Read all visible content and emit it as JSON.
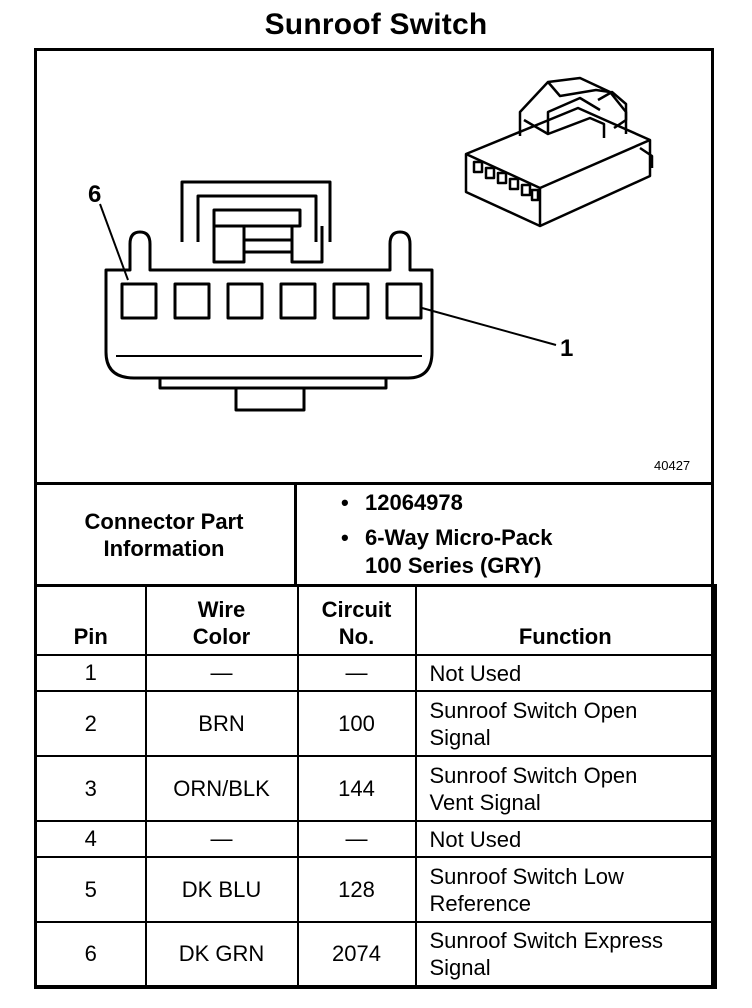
{
  "title": "Sunroof Switch",
  "diagram": {
    "pin_label_left": "6",
    "pin_label_right": "1",
    "figure_number": "40427"
  },
  "connector": {
    "label_line1": "Connector Part",
    "label_line2": "Information",
    "info": [
      "12064978",
      "6-Way Micro-Pack",
      "100 Series (GRY)"
    ]
  },
  "table": {
    "headers": {
      "pin": "Pin",
      "wire_color_line1": "Wire",
      "wire_color_line2": "Color",
      "circuit_line1": "Circuit",
      "circuit_line2": "No.",
      "function": "Function"
    },
    "rows": [
      {
        "pin": "1",
        "wire": "—",
        "circuit": "—",
        "function_line1": "Not Used",
        "function_line2": ""
      },
      {
        "pin": "2",
        "wire": "BRN",
        "circuit": "100",
        "function_line1": "Sunroof Switch Open",
        "function_line2": "Signal"
      },
      {
        "pin": "3",
        "wire": "ORN/BLK",
        "circuit": "144",
        "function_line1": "Sunroof Switch Open",
        "function_line2": "Vent Signal"
      },
      {
        "pin": "4",
        "wire": "—",
        "circuit": "—",
        "function_line1": "Not Used",
        "function_line2": ""
      },
      {
        "pin": "5",
        "wire": "DK BLU",
        "circuit": "128",
        "function_line1": "Sunroof Switch Low",
        "function_line2": "Reference"
      },
      {
        "pin": "6",
        "wire": "DK GRN",
        "circuit": "2074",
        "function_line1": "Sunroof Switch Express",
        "function_line2": "Signal"
      }
    ]
  }
}
